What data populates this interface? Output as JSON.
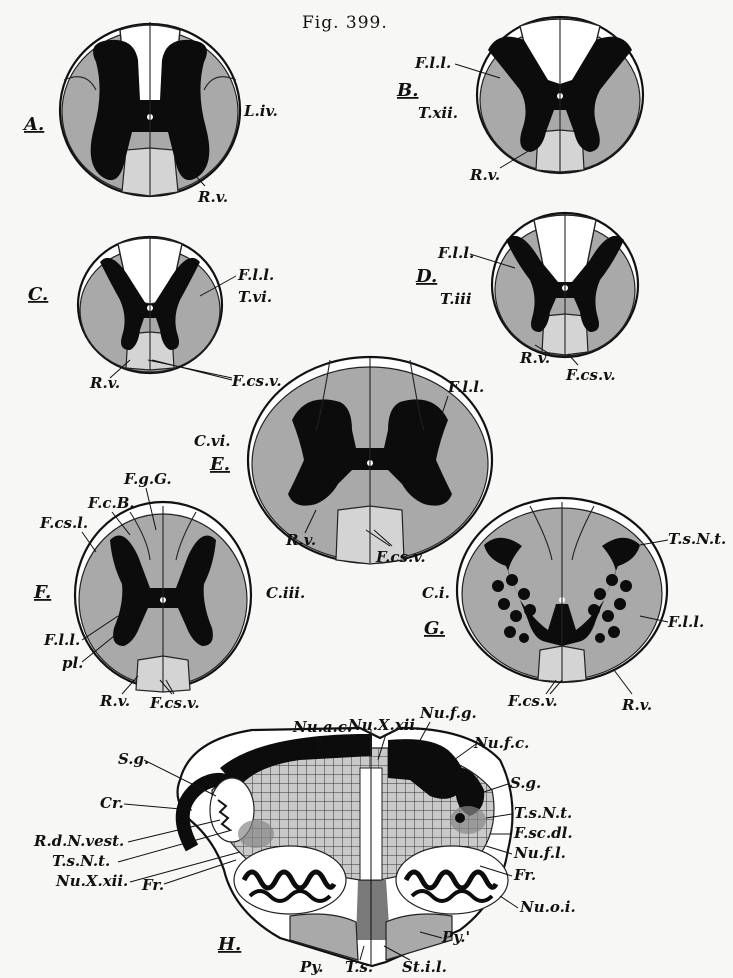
{
  "figure": {
    "title": "Fig. 399.",
    "sections": {
      "A": "A.",
      "B": "B.",
      "C": "C.",
      "D": "D.",
      "E": "E.",
      "F": "F.",
      "G": "G.",
      "H": "H."
    },
    "labels": {
      "A_Liv": "L.iv.",
      "A_Rv": "R.v.",
      "B_Fll": "F.l.l.",
      "B_Txii": "T.xii.",
      "B_Rv": "R.v.",
      "C_Fll": "F.l.l.",
      "C_Tvi": "T.vi.",
      "C_Rv": "R.v.",
      "C_Fcsv": "F.cs.v.",
      "D_Fll": "F.l.l.",
      "D_Tiii": "T.iii",
      "D_Rv": "R.v.",
      "D_Fcsv": "F.cs.v.",
      "E_Fll": "F.l.l.",
      "E_Cvi": "C.vi.",
      "E_Rv": "R.v.",
      "E_Fcsv": "F.cs.v.",
      "F_FgG": "F.g.G.",
      "F_FcB": "F.c.B.",
      "F_Fcsl": "F.cs.l.",
      "F_Ciii": "C.iii.",
      "F_Fll": "F.l.l.",
      "F_pl": "pl.",
      "F_Rv": "R.v.",
      "F_Fcsv": "F.cs.v.",
      "G_TsNt": "T.s.N.t.",
      "G_Ci": "C.i.",
      "G_Fll": "F.l.l.",
      "G_Fcsv": "F.cs.v.",
      "G_Rv": "R.v.",
      "H_Nuac": "Nu.a.c.",
      "H_NuXii": "Nu.X.xii.",
      "H_Nufg": "Nu.f.g.",
      "H_Nufc": "Nu.f.c.",
      "H_Sg_left": "S.g.",
      "H_Sg_right": "S.g.",
      "H_Cr": "Cr.",
      "H_RdNvest": "R.d.N.vest.",
      "H_TsNt_left": "T.s.N.t.",
      "H_TsNt_right": "T.s.N.t.",
      "H_NuXxii": "Nu.X.xii.",
      "H_Fr_left": "Fr.",
      "H_Fr_right": "Fr.",
      "H_Fscdl": "F.sc.dl.",
      "H_Nufl": "Nu.f.l.",
      "H_Nuoi": "Nu.o.i.",
      "H_Py_left": "Py.",
      "H_Ts": "T.s.",
      "H_Stil": "St.i.l.",
      "H_Py_right": "Py.'"
    },
    "colors": {
      "background": "#f7f7f5",
      "gray_matter": "#0c0c0c",
      "tract_gray": "#a9a9a9",
      "tract_light": "#d4d4d4",
      "outline": "#111111"
    }
  }
}
